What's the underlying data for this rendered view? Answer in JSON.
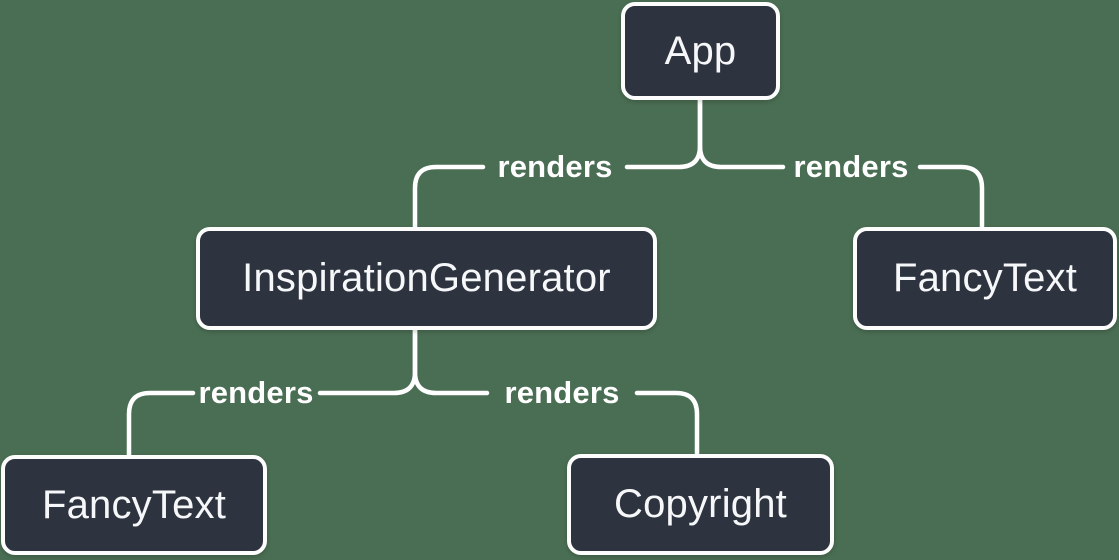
{
  "diagram": {
    "type": "component-render-tree",
    "colors": {
      "background": "#4a6e53",
      "node_fill": "#2d333f",
      "node_border": "#fdfdfd",
      "node_text": "#f6f7f9",
      "edge_line": "#ffffff",
      "edge_label_text": "#ffffff"
    },
    "nodes": [
      {
        "id": "app",
        "label": "App"
      },
      {
        "id": "inspiration-generator",
        "label": "InspirationGenerator"
      },
      {
        "id": "fancy-text-right",
        "label": "FancyText"
      },
      {
        "id": "fancy-text-left",
        "label": "FancyText"
      },
      {
        "id": "copyright",
        "label": "Copyright"
      }
    ],
    "edges": [
      {
        "from": "App",
        "to": "InspirationGenerator",
        "label": "renders"
      },
      {
        "from": "App",
        "to": "FancyText",
        "label": "renders"
      },
      {
        "from": "InspirationGenerator",
        "to": "FancyText",
        "label": "renders"
      },
      {
        "from": "InspirationGenerator",
        "to": "Copyright",
        "label": "renders"
      }
    ]
  }
}
